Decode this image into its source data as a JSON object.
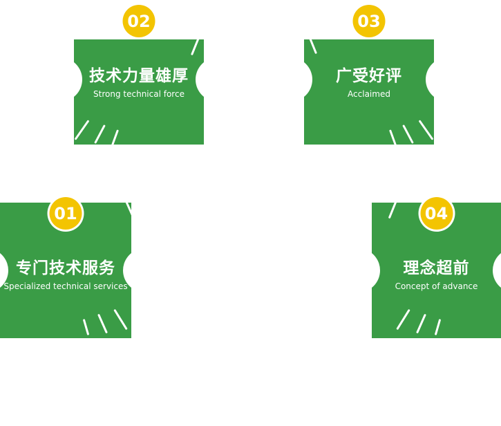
{
  "colors": {
    "card_green": "#3a9c46",
    "badge_yellow": "#f3c402",
    "text_white": "#ffffff"
  },
  "cards": [
    {
      "number": "01",
      "title": "专门技术服务",
      "subtitle": "Specialized technical services"
    },
    {
      "number": "02",
      "title": "技术力量雄厚",
      "subtitle": "Strong technical force"
    },
    {
      "number": "03",
      "title": "广受好评",
      "subtitle": "Acclaimed"
    },
    {
      "number": "04",
      "title": "理念超前",
      "subtitle": "Concept of advance"
    }
  ]
}
